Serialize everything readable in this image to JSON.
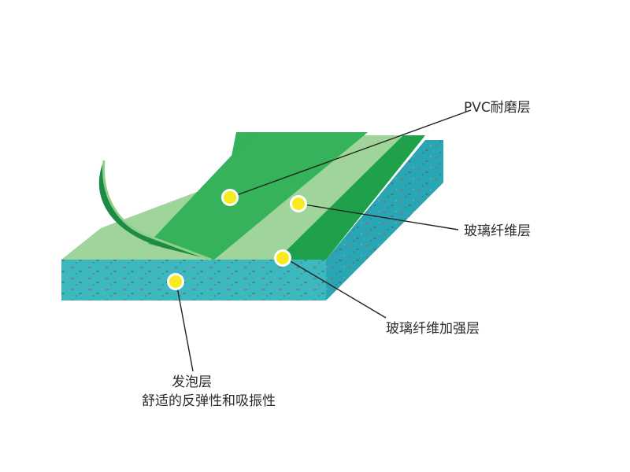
{
  "colors": {
    "pvc_top": "#35b25a",
    "pvc_dark": "#1f8a45",
    "fiber_layer": "#9fd49a",
    "reinforce_strip": "#1ea14a",
    "foam_front": "#3cb8bf",
    "foam_side": "#28a6b3",
    "foam_speckle": "#6e7f86",
    "marker_fill": "#f5eb1f",
    "leader_line": "#222222"
  },
  "labels": {
    "pvc": "PVC耐磨层",
    "fiber": "玻璃纤维层",
    "reinforce": "玻璃纤维加强层",
    "foam_title": "发泡层",
    "foam_desc": "舒适的反弹性和吸振性"
  }
}
